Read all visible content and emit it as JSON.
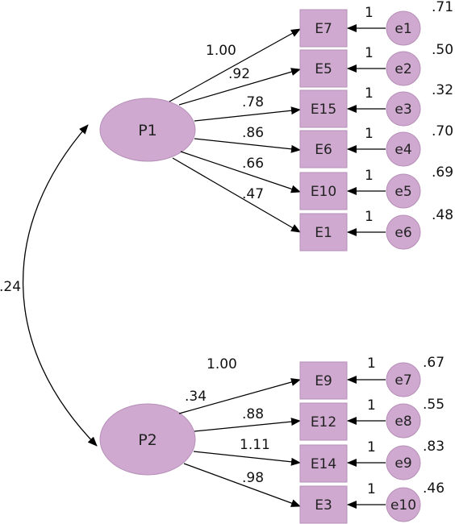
{
  "colors": {
    "fill": "#cfa9d0",
    "stroke": "#b58fb7",
    "line": "#000000"
  },
  "correlation": ".24",
  "factors": [
    {
      "name": "P1",
      "indicators": [
        {
          "label": "E7",
          "error": "e1",
          "loading": "1.00",
          "fixed": "1",
          "r2": ".71"
        },
        {
          "label": "E5",
          "error": "e2",
          "loading": ".92",
          "fixed": "1",
          "r2": ".50"
        },
        {
          "label": "E15",
          "error": "e3",
          "loading": ".78",
          "fixed": "1",
          "r2": ".32"
        },
        {
          "label": "E6",
          "error": "e4",
          "loading": ".86",
          "fixed": "1",
          "r2": ".70"
        },
        {
          "label": "E10",
          "error": "e5",
          "loading": ".66",
          "fixed": "1",
          "r2": ".69"
        },
        {
          "label": "E1",
          "error": "e6",
          "loading": ".47",
          "fixed": "1",
          "r2": ".48"
        }
      ]
    },
    {
      "name": "P2",
      "indicators": [
        {
          "label": "E9",
          "error": "e7",
          "loading": "1.00",
          "fixed": "1",
          "r2": ".67"
        },
        {
          "label": "E12",
          "error": "e8",
          "loading": ".34",
          "fixed": "1",
          "r2": ".55"
        },
        {
          "label": "E14",
          "error": "e9",
          "loading": ".88",
          "fixed": "1",
          "r2": ".83"
        },
        {
          "label": "E3",
          "error": "e10",
          "loading": "1.11",
          "fixed": "1",
          "r2": ".46"
        }
      ],
      "extra_loading": ".98"
    }
  ]
}
